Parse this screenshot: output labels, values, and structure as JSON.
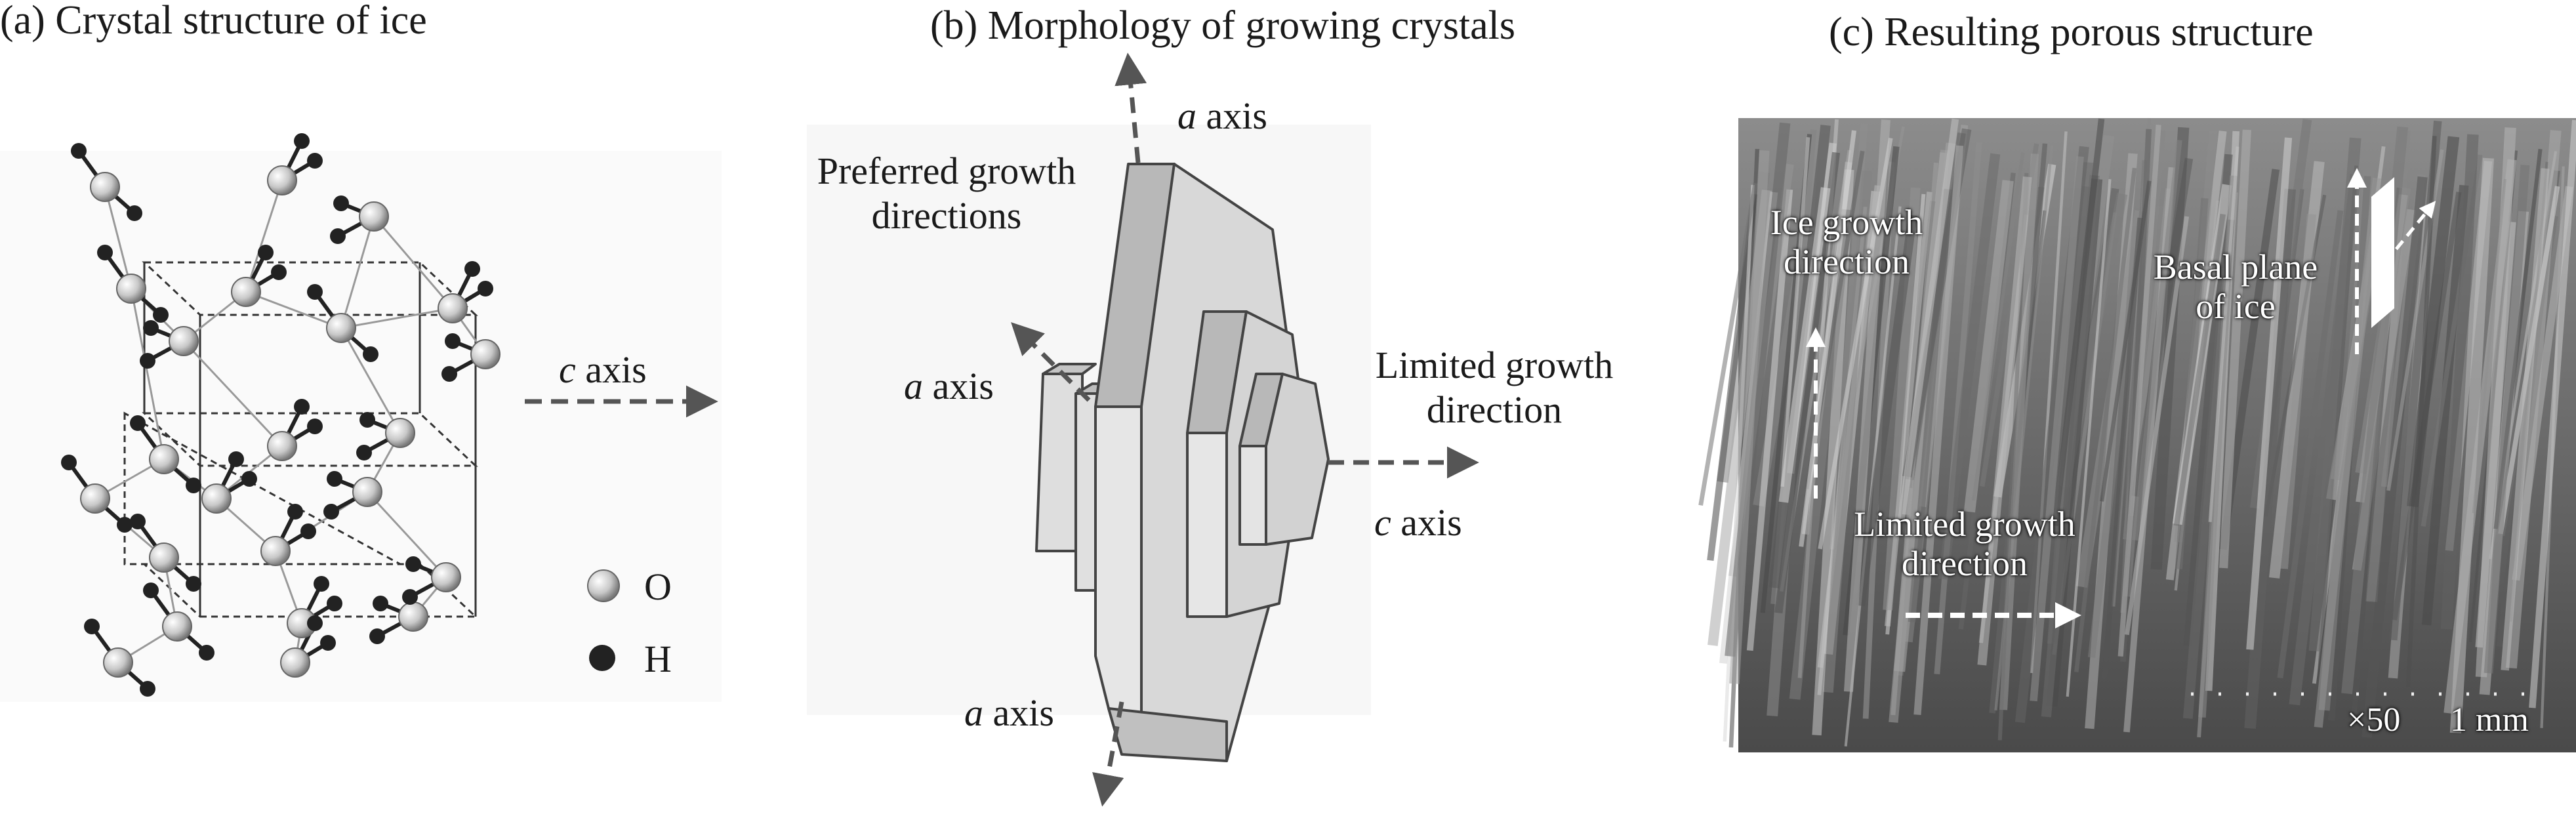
{
  "panels": {
    "a": {
      "title": "(a)  Crystal structure of ice",
      "c_axis_italic": "c",
      "c_axis_word": " axis",
      "legend": [
        {
          "symbol": "O"
        },
        {
          "symbol": "H"
        }
      ]
    },
    "b": {
      "title": "(b)   Morphology of growing crystals",
      "a_axis_italic": "a",
      "axis_word": " axis",
      "c_axis_italic": "c",
      "preferred_line1": "Preferred growth",
      "preferred_line2": "directions",
      "limited_line1": "Limited growth",
      "limited_line2": "direction"
    },
    "c": {
      "title": "(c)   Resulting porous structure",
      "ice_growth_line1": "Ice growth",
      "ice_growth_line2": "direction",
      "basal_line1": "Basal plane",
      "basal_line2": "of ice",
      "limited_line1": "Limited growth",
      "limited_line2": "direction",
      "magnification": "×50",
      "scale": "1 mm"
    }
  },
  "colors": {
    "oxygen": "#c8c8c8",
    "hydrogen": "#222222",
    "arrow": "#555555",
    "crystal_face": "#dcdcdc",
    "crystal_side": "#b4b4b4",
    "sem_bg": "#6a6a6a"
  }
}
